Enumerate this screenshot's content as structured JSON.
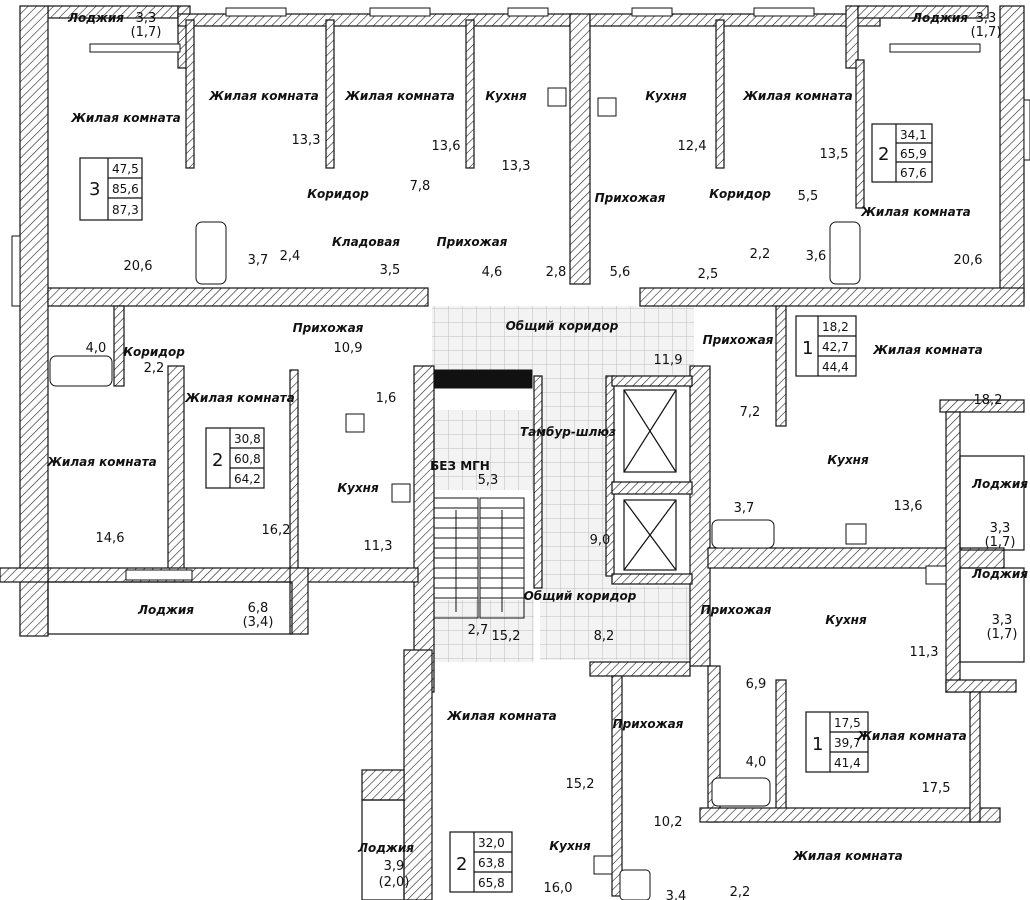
{
  "apartments": [
    {
      "rooms": "3",
      "areas": [
        "47,5",
        "85,6",
        "87,3"
      ]
    },
    {
      "rooms": "2",
      "areas": [
        "34,1",
        "65,9",
        "67,6"
      ]
    },
    {
      "rooms": "1",
      "areas": [
        "18,2",
        "42,7",
        "44,4"
      ]
    },
    {
      "rooms": "2",
      "areas": [
        "30,8",
        "60,8",
        "64,2"
      ]
    },
    {
      "rooms": "1",
      "areas": [
        "17,5",
        "39,7",
        "41,4"
      ]
    },
    {
      "rooms": "2",
      "areas": [
        "32,0",
        "63,8",
        "65,8"
      ]
    }
  ],
  "room_labels": {
    "living": "Жилая комната",
    "kitchen": "Кухня",
    "corridor": "Коридор",
    "hall": "Прихожая",
    "storage": "Кладовая",
    "loggia": "Лоджия",
    "common_corridor": "Общий коридор",
    "vestibule": "Тамбур-шлюз",
    "mgn": "БЕЗ МГН"
  },
  "areas": {
    "l1": "3,3",
    "l1b": "(1,7)",
    "l2": "3,3",
    "l2b": "(1,7)",
    "a1": "13,3",
    "a2": "13,6",
    "a3": "13,3",
    "a4": "12,4",
    "a5": "13,5",
    "a6": "7,8",
    "a7": "5,5",
    "a8": "20,6",
    "a9": "20,6",
    "a10": "3,7",
    "a11": "2,4",
    "a12": "3,5",
    "a13": "4,6",
    "a14": "2,8",
    "a15": "5,6",
    "a16": "2,5",
    "a17": "2,2",
    "a18": "3,6",
    "a19": "4,0",
    "a20": "2,2",
    "a21": "10,9",
    "a22": "11,9",
    "a23": "1,6",
    "a24": "7,2",
    "a25": "18,2",
    "a26": "5,3",
    "a27": "13,6",
    "a28": "3,7",
    "a29": "14,6",
    "a30": "16,2",
    "a31": "11,3",
    "a32": "9,0",
    "a33": "3,3",
    "a33b": "(1,7)",
    "a34": "6,8",
    "a34b": "(3,4)",
    "a35": "2,7",
    "a36": "15,2",
    "a37": "8,2",
    "a38": "3,3",
    "a38b": "(1,7)",
    "a39": "11,3",
    "a40": "6,9",
    "a41": "4,0",
    "a42": "17,5",
    "a43": "15,2",
    "a44": "10,2",
    "a45": "3,9",
    "a45b": "(2,0)",
    "a46": "16,0",
    "a47": "3,4",
    "a48": "2,2"
  }
}
